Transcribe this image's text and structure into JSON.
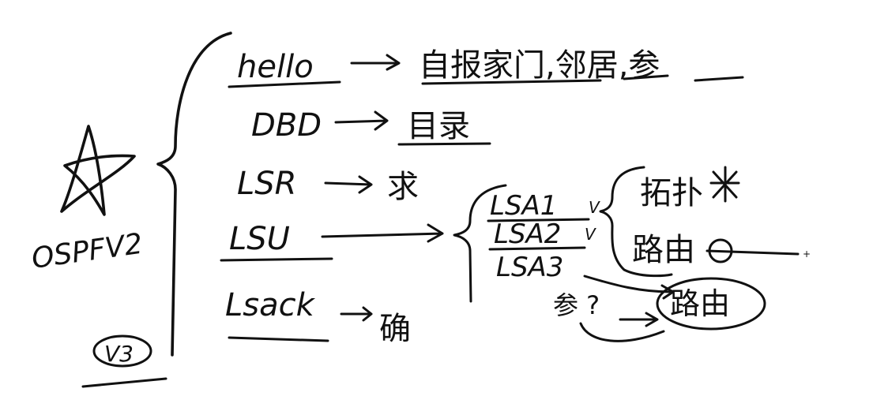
{
  "whiteboard": {
    "protocol_main": "OSPFV2",
    "protocol_v3": "V3",
    "rows": [
      {
        "packet": "hello",
        "meaning": "自报家门,邻居,参"
      },
      {
        "packet": "DBD",
        "meaning": "目录"
      },
      {
        "packet": "LSR",
        "meaning": "求"
      },
      {
        "packet": "LSU",
        "meaning": ""
      },
      {
        "packet": "Lsack",
        "meaning": "确"
      }
    ],
    "lsa_types": [
      {
        "name": "LSA1",
        "mark": "V",
        "detail": "拓扑"
      },
      {
        "name": "LSA2",
        "mark": "V",
        "detail": "路由"
      },
      {
        "name": "LSA3",
        "mark": "",
        "detail": "路由"
      }
    ],
    "side_note": "参 ?",
    "ink_color": "#111111"
  }
}
